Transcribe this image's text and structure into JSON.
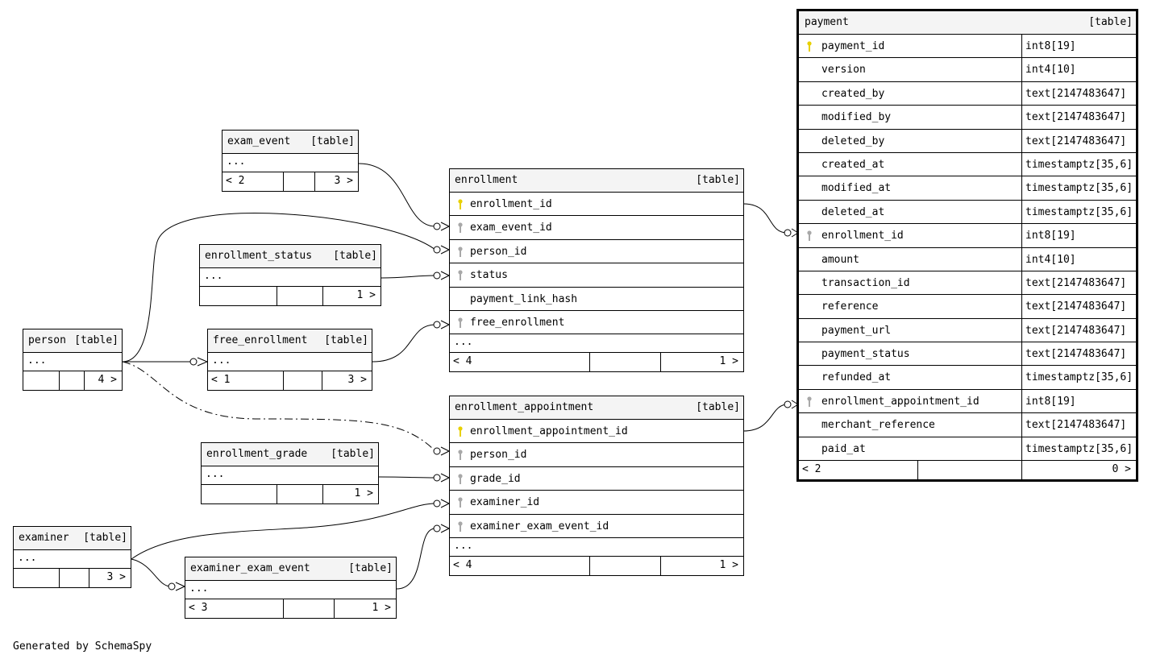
{
  "credit": "Generated by SchemaSpy",
  "tables": {
    "exam_event": {
      "name": "exam_event",
      "kind": "[table]",
      "more": "...",
      "parents": "< 2",
      "children": "3 >"
    },
    "enrollment_status": {
      "name": "enrollment_status",
      "kind": "[table]",
      "more": "...",
      "parents": "",
      "children": "1 >"
    },
    "person": {
      "name": "person",
      "kind": "[table]",
      "more": "...",
      "parents": "",
      "children": "4 >"
    },
    "free_enrollment": {
      "name": "free_enrollment",
      "kind": "[table]",
      "more": "...",
      "parents": "< 1",
      "children": "3 >"
    },
    "enrollment_grade": {
      "name": "enrollment_grade",
      "kind": "[table]",
      "more": "...",
      "parents": "",
      "children": "1 >"
    },
    "examiner": {
      "name": "examiner",
      "kind": "[table]",
      "more": "...",
      "parents": "",
      "children": "3 >"
    },
    "examiner_exam_event": {
      "name": "examiner_exam_event",
      "kind": "[table]",
      "more": "...",
      "parents": "< 3",
      "children": "1 >"
    },
    "enrollment": {
      "name": "enrollment",
      "kind": "[table]",
      "more": "...",
      "parents": "< 4",
      "children": "1 >",
      "columns": [
        {
          "name": "enrollment_id",
          "key": "primary"
        },
        {
          "name": "exam_event_id",
          "key": "foreign"
        },
        {
          "name": "person_id",
          "key": "foreign"
        },
        {
          "name": "status",
          "key": "foreign"
        },
        {
          "name": "payment_link_hash",
          "key": "none"
        },
        {
          "name": "free_enrollment",
          "key": "foreign"
        }
      ]
    },
    "enrollment_appointment": {
      "name": "enrollment_appointment",
      "kind": "[table]",
      "more": "...",
      "parents": "< 4",
      "children": "1 >",
      "columns": [
        {
          "name": "enrollment_appointment_id",
          "key": "primary"
        },
        {
          "name": "person_id",
          "key": "foreign"
        },
        {
          "name": "grade_id",
          "key": "foreign"
        },
        {
          "name": "examiner_id",
          "key": "foreign"
        },
        {
          "name": "examiner_exam_event_id",
          "key": "foreign"
        }
      ]
    },
    "payment": {
      "name": "payment",
      "kind": "[table]",
      "parents": "< 2",
      "children": "0 >",
      "columns": [
        {
          "name": "payment_id",
          "type": "int8[19]",
          "key": "primary"
        },
        {
          "name": "version",
          "type": "int4[10]",
          "key": "none"
        },
        {
          "name": "created_by",
          "type": "text[2147483647]",
          "key": "none"
        },
        {
          "name": "modified_by",
          "type": "text[2147483647]",
          "key": "none"
        },
        {
          "name": "deleted_by",
          "type": "text[2147483647]",
          "key": "none"
        },
        {
          "name": "created_at",
          "type": "timestamptz[35,6]",
          "key": "none"
        },
        {
          "name": "modified_at",
          "type": "timestamptz[35,6]",
          "key": "none"
        },
        {
          "name": "deleted_at",
          "type": "timestamptz[35,6]",
          "key": "none"
        },
        {
          "name": "enrollment_id",
          "type": "int8[19]",
          "key": "foreign"
        },
        {
          "name": "amount",
          "type": "int4[10]",
          "key": "none"
        },
        {
          "name": "transaction_id",
          "type": "text[2147483647]",
          "key": "none"
        },
        {
          "name": "reference",
          "type": "text[2147483647]",
          "key": "none"
        },
        {
          "name": "payment_url",
          "type": "text[2147483647]",
          "key": "none"
        },
        {
          "name": "payment_status",
          "type": "text[2147483647]",
          "key": "none"
        },
        {
          "name": "refunded_at",
          "type": "timestamptz[35,6]",
          "key": "none"
        },
        {
          "name": "enrollment_appointment_id",
          "type": "int8[19]",
          "key": "foreign"
        },
        {
          "name": "merchant_reference",
          "type": "text[2147483647]",
          "key": "none"
        },
        {
          "name": "paid_at",
          "type": "timestamptz[35,6]",
          "key": "none"
        }
      ]
    }
  },
  "colors": {
    "primary_key": "#e8d000",
    "foreign_key": "#a8a8a8",
    "header": "#f4f4f4",
    "line": "#000000"
  }
}
